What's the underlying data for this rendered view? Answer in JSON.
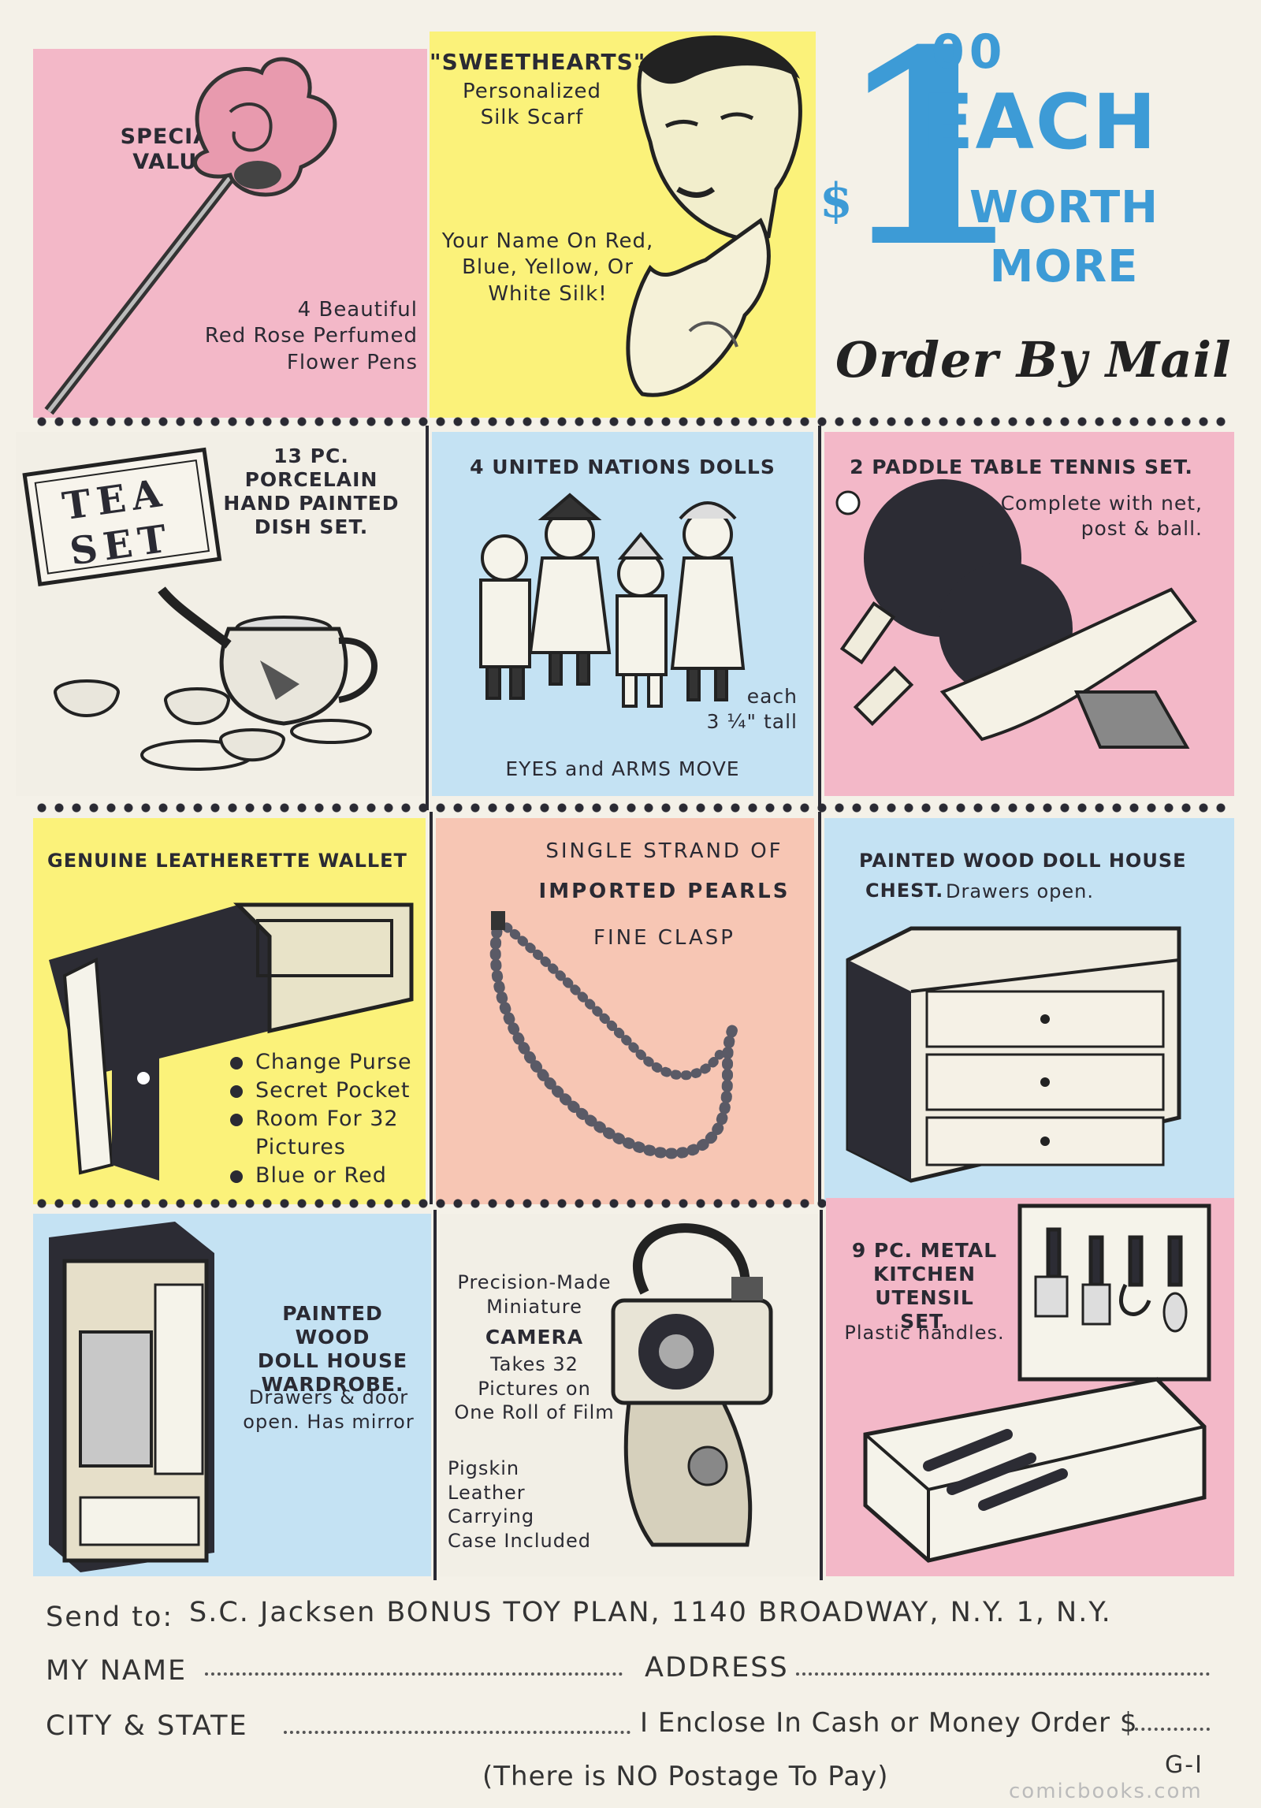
{
  "panels": {
    "pens": {
      "badge": "SPECIAL\nVALUE",
      "desc": "4 Beautiful\nRed Rose Perfumed\nFlower Pens"
    },
    "scarf": {
      "title": "\"SWEETHEARTS\"",
      "subtitle": "Personalized\nSilk Scarf",
      "desc": "Your Name On Red,\nBlue, Yellow, Or\nWhite Silk!"
    },
    "header": {
      "one": "1",
      "dollar": "$",
      "cents": "00",
      "each": "EACH",
      "worth": "WORTH",
      "more": "MORE",
      "order": "Order By Mail"
    },
    "tea": {
      "title": "13 PC. PORCELAIN\nHAND PAINTED\nDISH SET.",
      "box_label": "TEA\nSET"
    },
    "dolls": {
      "title": "4 UNITED NATIONS DOLLS",
      "size": "each\n3 ¼\" tall",
      "note": "EYES and ARMS MOVE"
    },
    "tennis": {
      "title": "2 PADDLE TABLE TENNIS SET.",
      "desc": "Complete with net,\npost & ball."
    },
    "wallet": {
      "title": "GENUINE LEATHERETTE WALLET",
      "features": [
        "Change Purse",
        "Secret Pocket",
        "Room For 32\nPictures",
        "Blue or Red"
      ]
    },
    "pearls": {
      "line1": "SINGLE STRAND OF",
      "line2": "IMPORTED PEARLS",
      "line3": "FINE CLASP"
    },
    "chest": {
      "title": "PAINTED WOOD DOLL HOUSE",
      "title2": "CHEST.",
      "desc": "Drawers open."
    },
    "wardrobe": {
      "title": "PAINTED WOOD\nDOLL HOUSE\nWARDROBE.",
      "desc": "Drawers & door\nopen. Has mirror"
    },
    "camera": {
      "line1": "Precision-Made\nMiniature",
      "name": "CAMERA",
      "line2": "Takes 32\nPictures on\nOne Roll of Film",
      "case": "Pigskin\nLeather\nCarrying\nCase Included"
    },
    "utensil": {
      "title": "9 PC. METAL\nKITCHEN UTENSIL\nSET.",
      "desc": "Plastic handles."
    }
  },
  "form": {
    "send_label": "Send to:",
    "address": "S.C. Jacksen BONUS TOY PLAN, 1140 BROADWAY, N.Y. 1, N.Y.",
    "name_label": "MY NAME",
    "address_label": "ADDRESS",
    "city_label": "CITY & STATE",
    "enclose_label": "I Enclose In Cash or Money Order $",
    "postage": "(There is NO Postage To Pay)",
    "corner": "G-I"
  },
  "watermark": "comicbooks.com",
  "colors": {
    "pink": "#f3b8c8",
    "yellow": "#fbf27a",
    "blue": "#c4e2f3",
    "peach": "#f7c6b4",
    "accent_blue": "#3d9bd6",
    "ink": "#2a2a33"
  }
}
